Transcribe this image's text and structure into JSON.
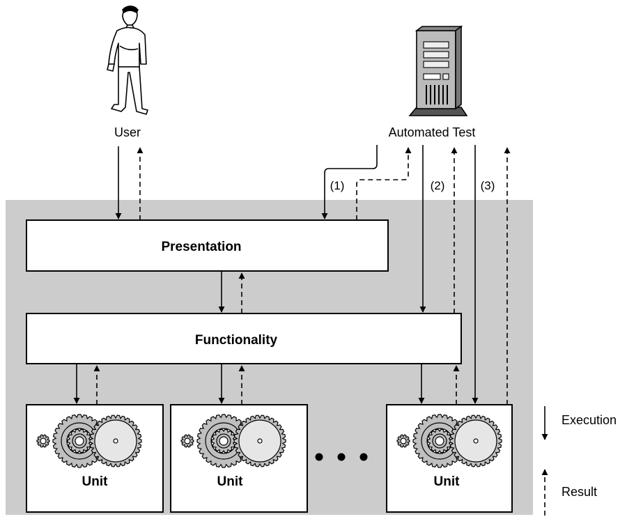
{
  "actors": {
    "user": "User",
    "automated_test": "Automated Test"
  },
  "layers": {
    "presentation": "Presentation",
    "functionality": "Functionality"
  },
  "units": [
    "Unit",
    "Unit",
    "Unit"
  ],
  "paths": [
    "(1)",
    "(2)",
    "(3)"
  ],
  "legend": {
    "execution": "Execution",
    "result": "Result"
  },
  "colors": {
    "system_background": "#cccccc",
    "box_fill": "#ffffff",
    "stroke": "#000000",
    "gear_fill": "#bfbfbf"
  }
}
